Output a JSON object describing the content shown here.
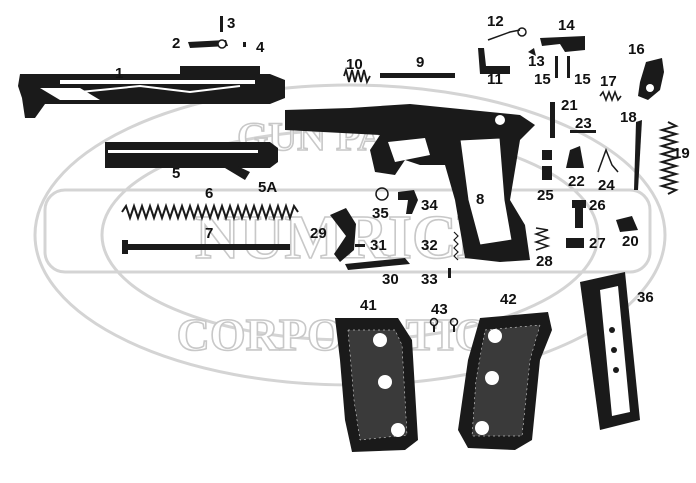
{
  "watermark": {
    "line1": "GUN PARTS",
    "line2": "NUMRICH",
    "line3": "CORPORATION"
  },
  "parts": [
    {
      "id": "p1",
      "num": "1",
      "name": "slide"
    },
    {
      "id": "p2",
      "num": "2",
      "name": "rear-sight"
    },
    {
      "id": "p3",
      "num": "3",
      "name": "pin"
    },
    {
      "id": "p4",
      "num": "4",
      "name": "small-pin"
    },
    {
      "id": "p5",
      "num": "5",
      "name": "barrel"
    },
    {
      "id": "p5a",
      "num": "5A",
      "name": "barrel-link"
    },
    {
      "id": "p6",
      "num": "6",
      "name": "recoil-spring"
    },
    {
      "id": "p7",
      "num": "7",
      "name": "recoil-spring-guide"
    },
    {
      "id": "p8",
      "num": "8",
      "name": "frame"
    },
    {
      "id": "p9",
      "num": "9",
      "name": "firing-pin"
    },
    {
      "id": "p10",
      "num": "10",
      "name": "firing-pin-spring"
    },
    {
      "id": "p11",
      "num": "11",
      "name": "extractor"
    },
    {
      "id": "p12",
      "num": "12",
      "name": "extractor-spring"
    },
    {
      "id": "p13",
      "num": "13",
      "name": "pin"
    },
    {
      "id": "p14",
      "num": "14",
      "name": "sear"
    },
    {
      "id": "p15a",
      "num": "15",
      "name": "pin"
    },
    {
      "id": "p15b",
      "num": "15",
      "name": "pin"
    },
    {
      "id": "p16",
      "num": "16",
      "name": "hammer"
    },
    {
      "id": "p17",
      "num": "17",
      "name": "spring"
    },
    {
      "id": "p18",
      "num": "18",
      "name": "hammer-strut"
    },
    {
      "id": "p19",
      "num": "19",
      "name": "mainspring"
    },
    {
      "id": "p20",
      "num": "20",
      "name": "mainspring-seat"
    },
    {
      "id": "p21",
      "num": "21",
      "name": "pin"
    },
    {
      "id": "p22",
      "num": "22",
      "name": "disconnector"
    },
    {
      "id": "p23",
      "num": "23",
      "name": "pin"
    },
    {
      "id": "p24",
      "num": "24",
      "name": "sear-spring"
    },
    {
      "id": "p25",
      "num": "25",
      "name": "plunger"
    },
    {
      "id": "p26",
      "num": "26",
      "name": "plunger"
    },
    {
      "id": "p27",
      "num": "27",
      "name": "magazine-catch"
    },
    {
      "id": "p28",
      "num": "28",
      "name": "spring"
    },
    {
      "id": "p29",
      "num": "29",
      "name": "trigger"
    },
    {
      "id": "p30",
      "num": "30",
      "name": "trigger-bar"
    },
    {
      "id": "p31",
      "num": "31",
      "name": "pin"
    },
    {
      "id": "p32",
      "num": "32",
      "name": "spring"
    },
    {
      "id": "p33",
      "num": "33",
      "name": "pin"
    },
    {
      "id": "p34",
      "num": "34",
      "name": "slide-stop"
    },
    {
      "id": "p35",
      "num": "35",
      "name": "spring-ring"
    },
    {
      "id": "p36",
      "num": "36",
      "name": "magazine"
    },
    {
      "id": "p41",
      "num": "41",
      "name": "left-grip"
    },
    {
      "id": "p42",
      "num": "42",
      "name": "right-grip"
    },
    {
      "id": "p43",
      "num": "43",
      "name": "grip-screws"
    }
  ]
}
